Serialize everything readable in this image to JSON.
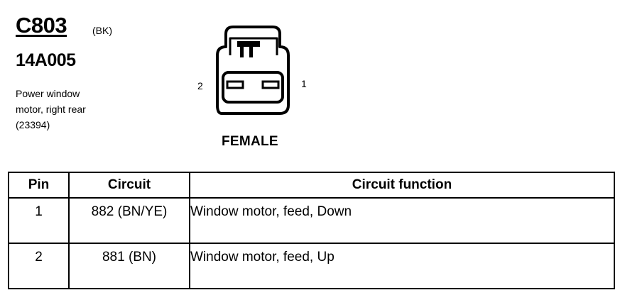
{
  "connector": {
    "id": "C803",
    "color_code": "(BK)",
    "part_number": "14A005",
    "description_lines": [
      "Power window",
      "motor, right rear",
      "(23394)"
    ],
    "gender": "FEMALE",
    "pin_labels": {
      "left": "2",
      "right": "1"
    }
  },
  "table": {
    "headers": [
      "Pin",
      "Circuit",
      "Circuit function"
    ],
    "rows": [
      {
        "pin": "1",
        "circuit": "882 (BN/YE)",
        "function": "Window motor, feed, Down"
      },
      {
        "pin": "2",
        "circuit": "881 (BN)",
        "function": "Window motor, feed, Up"
      }
    ]
  }
}
